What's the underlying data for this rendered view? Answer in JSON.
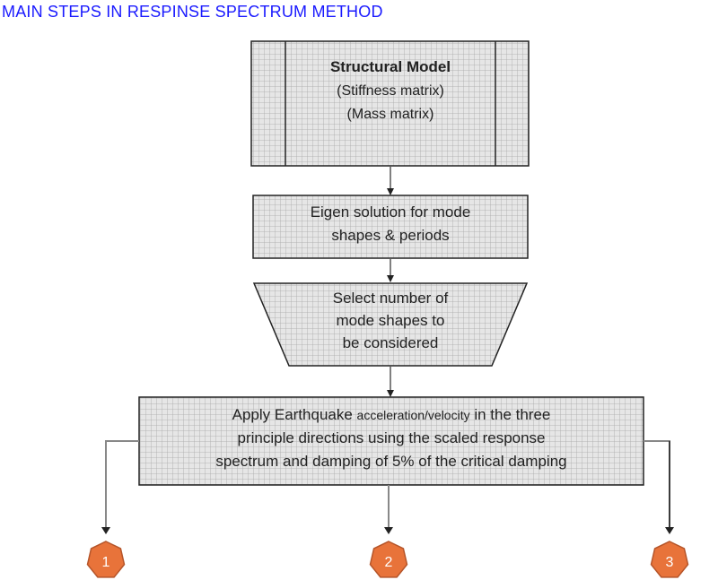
{
  "title": "MAIN STEPS IN RESPINSE SPECTRUM METHOD",
  "colors": {
    "title": "#1a1aff",
    "box_fill": "#e6e6e6",
    "grid_line": "#a8a8a8",
    "outline": "#222222",
    "connector": "#777777",
    "badge_fill": "#e8733a",
    "badge_stroke": "#b5552a"
  },
  "nodes": {
    "structural_model": {
      "line1": "Structural Model",
      "line2": "(Stiffness matrix)",
      "line3": "(Mass matrix)"
    },
    "eigen_solution": {
      "line1": "Eigen solution for mode",
      "line2": "shapes & periods"
    },
    "select_modes": {
      "line1": "Select number of",
      "line2": "mode shapes to",
      "line3": "be considered"
    },
    "apply_earthquake": {
      "line1_start": "Apply Earthquake ",
      "line1_small": "acceleration/velocity",
      "line1_end": " in the three",
      "line2": "principle directions using the scaled response",
      "line3": "spectrum and damping of 5% of the critical damping"
    }
  },
  "outputs": [
    {
      "label": "1"
    },
    {
      "label": "2"
    },
    {
      "label": "3"
    }
  ]
}
